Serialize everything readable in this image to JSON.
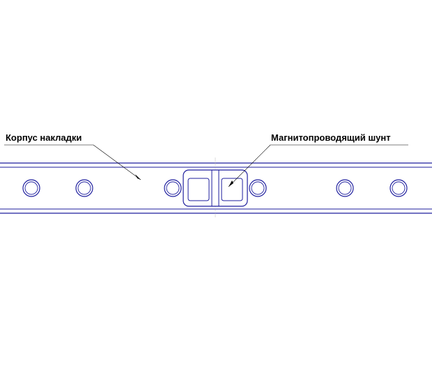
{
  "labels": {
    "housing": "Корпус накладки",
    "shunt": "Магнитопроводящий шунт"
  },
  "colors": {
    "outline": "#1e1e9e",
    "leader": "#000000",
    "background": "#ffffff"
  },
  "parts": {
    "mounting_holes_count": 6,
    "holes_left_of_shunt": 3,
    "holes_right_of_shunt": 3
  }
}
